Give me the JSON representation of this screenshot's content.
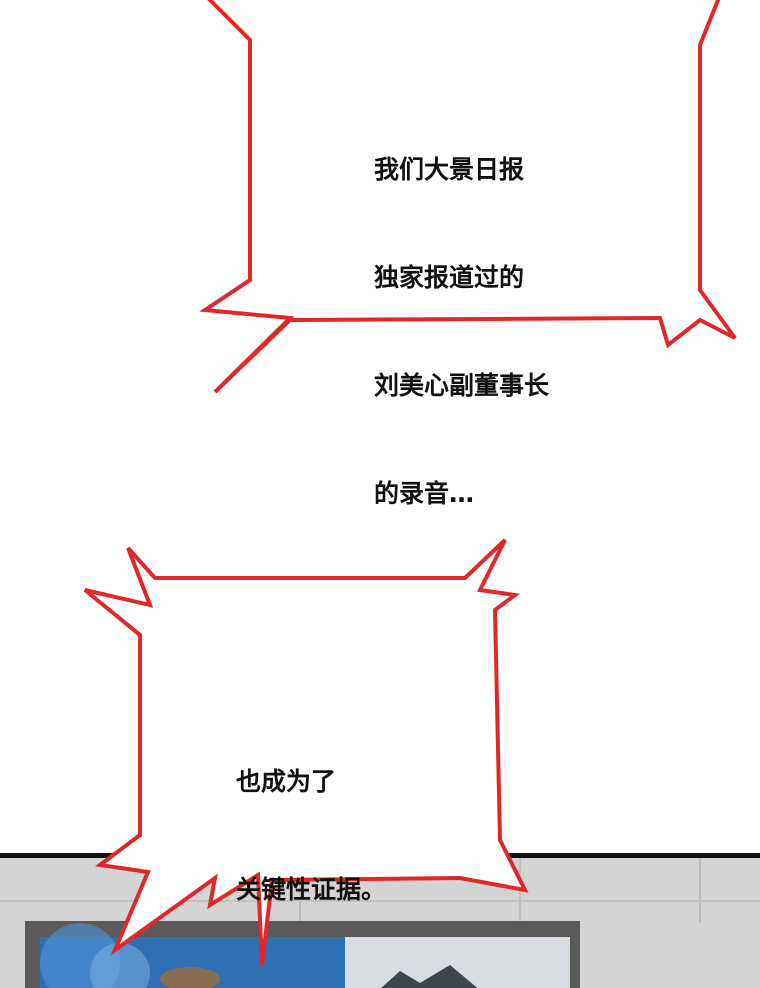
{
  "bubbles": [
    {
      "id": "top",
      "lines": [
        "我们大景日报",
        "独家报道过的",
        "刘美心副董事长",
        "的录音…"
      ]
    },
    {
      "id": "bottom",
      "lines": [
        "也成为了",
        "关键性证据。"
      ]
    }
  ],
  "colors": {
    "bubble_outline": "#e02828",
    "bubble_fill": "#ffffff",
    "text": "#111111",
    "panel_border": "#111111"
  }
}
